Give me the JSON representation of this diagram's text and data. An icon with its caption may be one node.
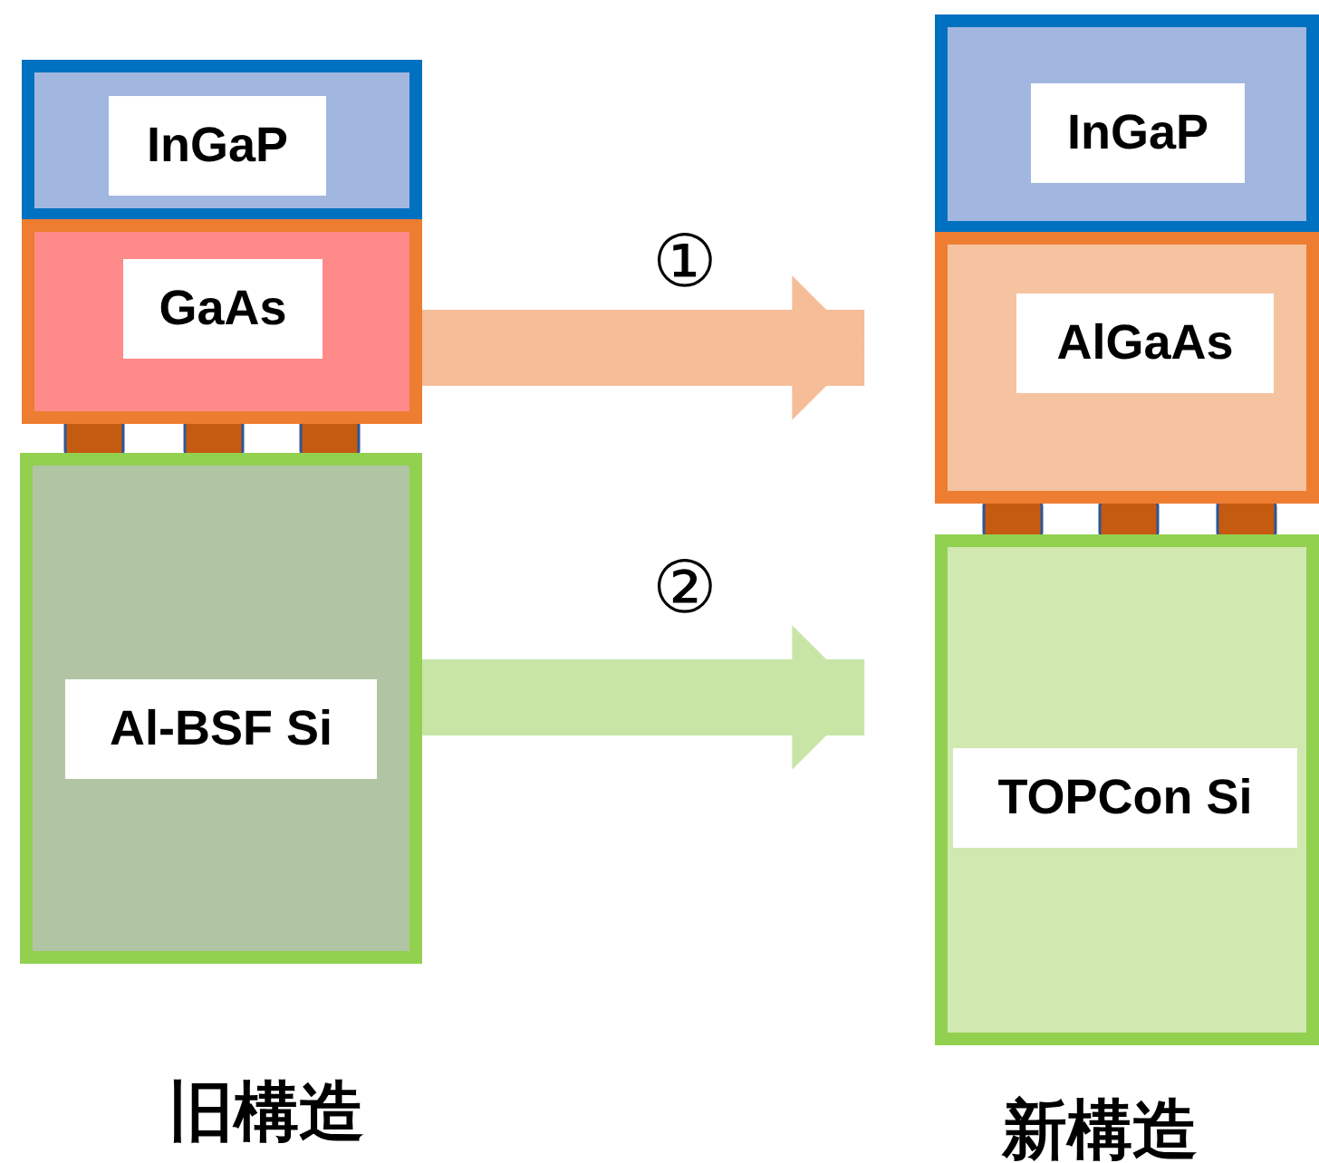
{
  "diagram": {
    "nodes": [
      {
        "text": [
          "InGaP"
        ]
      },
      {
        "text": [
          "GaAs"
        ]
      },
      {
        "text": [
          "Al-BSF Si"
        ]
      },
      {
        "text": [
          "InGaP"
        ]
      },
      {
        "text": [
          "AlGaAs"
        ]
      },
      {
        "text": [
          "TOPCon Si"
        ]
      }
    ],
    "edges": [
      {
        "from": 1,
        "to": 4,
        "arrow": "to",
        "label": "①",
        "color": "#f5bd98"
      },
      {
        "from": 2,
        "to": 5,
        "arrow": "to",
        "label": "②",
        "color": "#c8e5a6"
      }
    ],
    "labels": [
      "旧構造",
      "新構造"
    ]
  }
}
